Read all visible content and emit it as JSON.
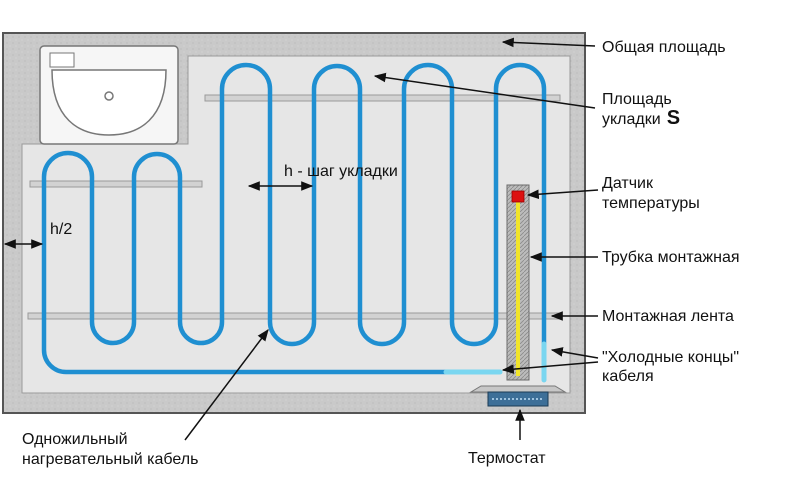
{
  "labels": {
    "total_area": "Общая площадь",
    "laying_area_line1": "Площадь",
    "laying_area_line2": "укладки",
    "laying_area_symbol": "S",
    "laying_step": "h - шаг укладки",
    "half_step": "h/2",
    "temp_sensor_line1": "Датчик",
    "temp_sensor_line2": "температуры",
    "mounting_tube": "Трубка монтажная",
    "mounting_tape": "Монтажная лента",
    "cold_ends_line1": "\"Холодные концы\"",
    "cold_ends_line2": "кабеля",
    "single_core_line1": "Одножильный",
    "single_core_line2": "нагревательный кабель",
    "thermostat": "Термостат"
  },
  "colors": {
    "room_fill": "#c9c9c9",
    "floor_fill": "#e6e6e6",
    "cable": "#1f8fd1",
    "cold_end": "#7ad6f0",
    "tape": "#d2d2d2",
    "sensor_tip": "#dd1111",
    "sensor_wire": "#f1e42b",
    "thermostat": "#3d6f98"
  },
  "icons": {
    "sink": "sink-icon",
    "thermostat": "thermostat-icon"
  }
}
